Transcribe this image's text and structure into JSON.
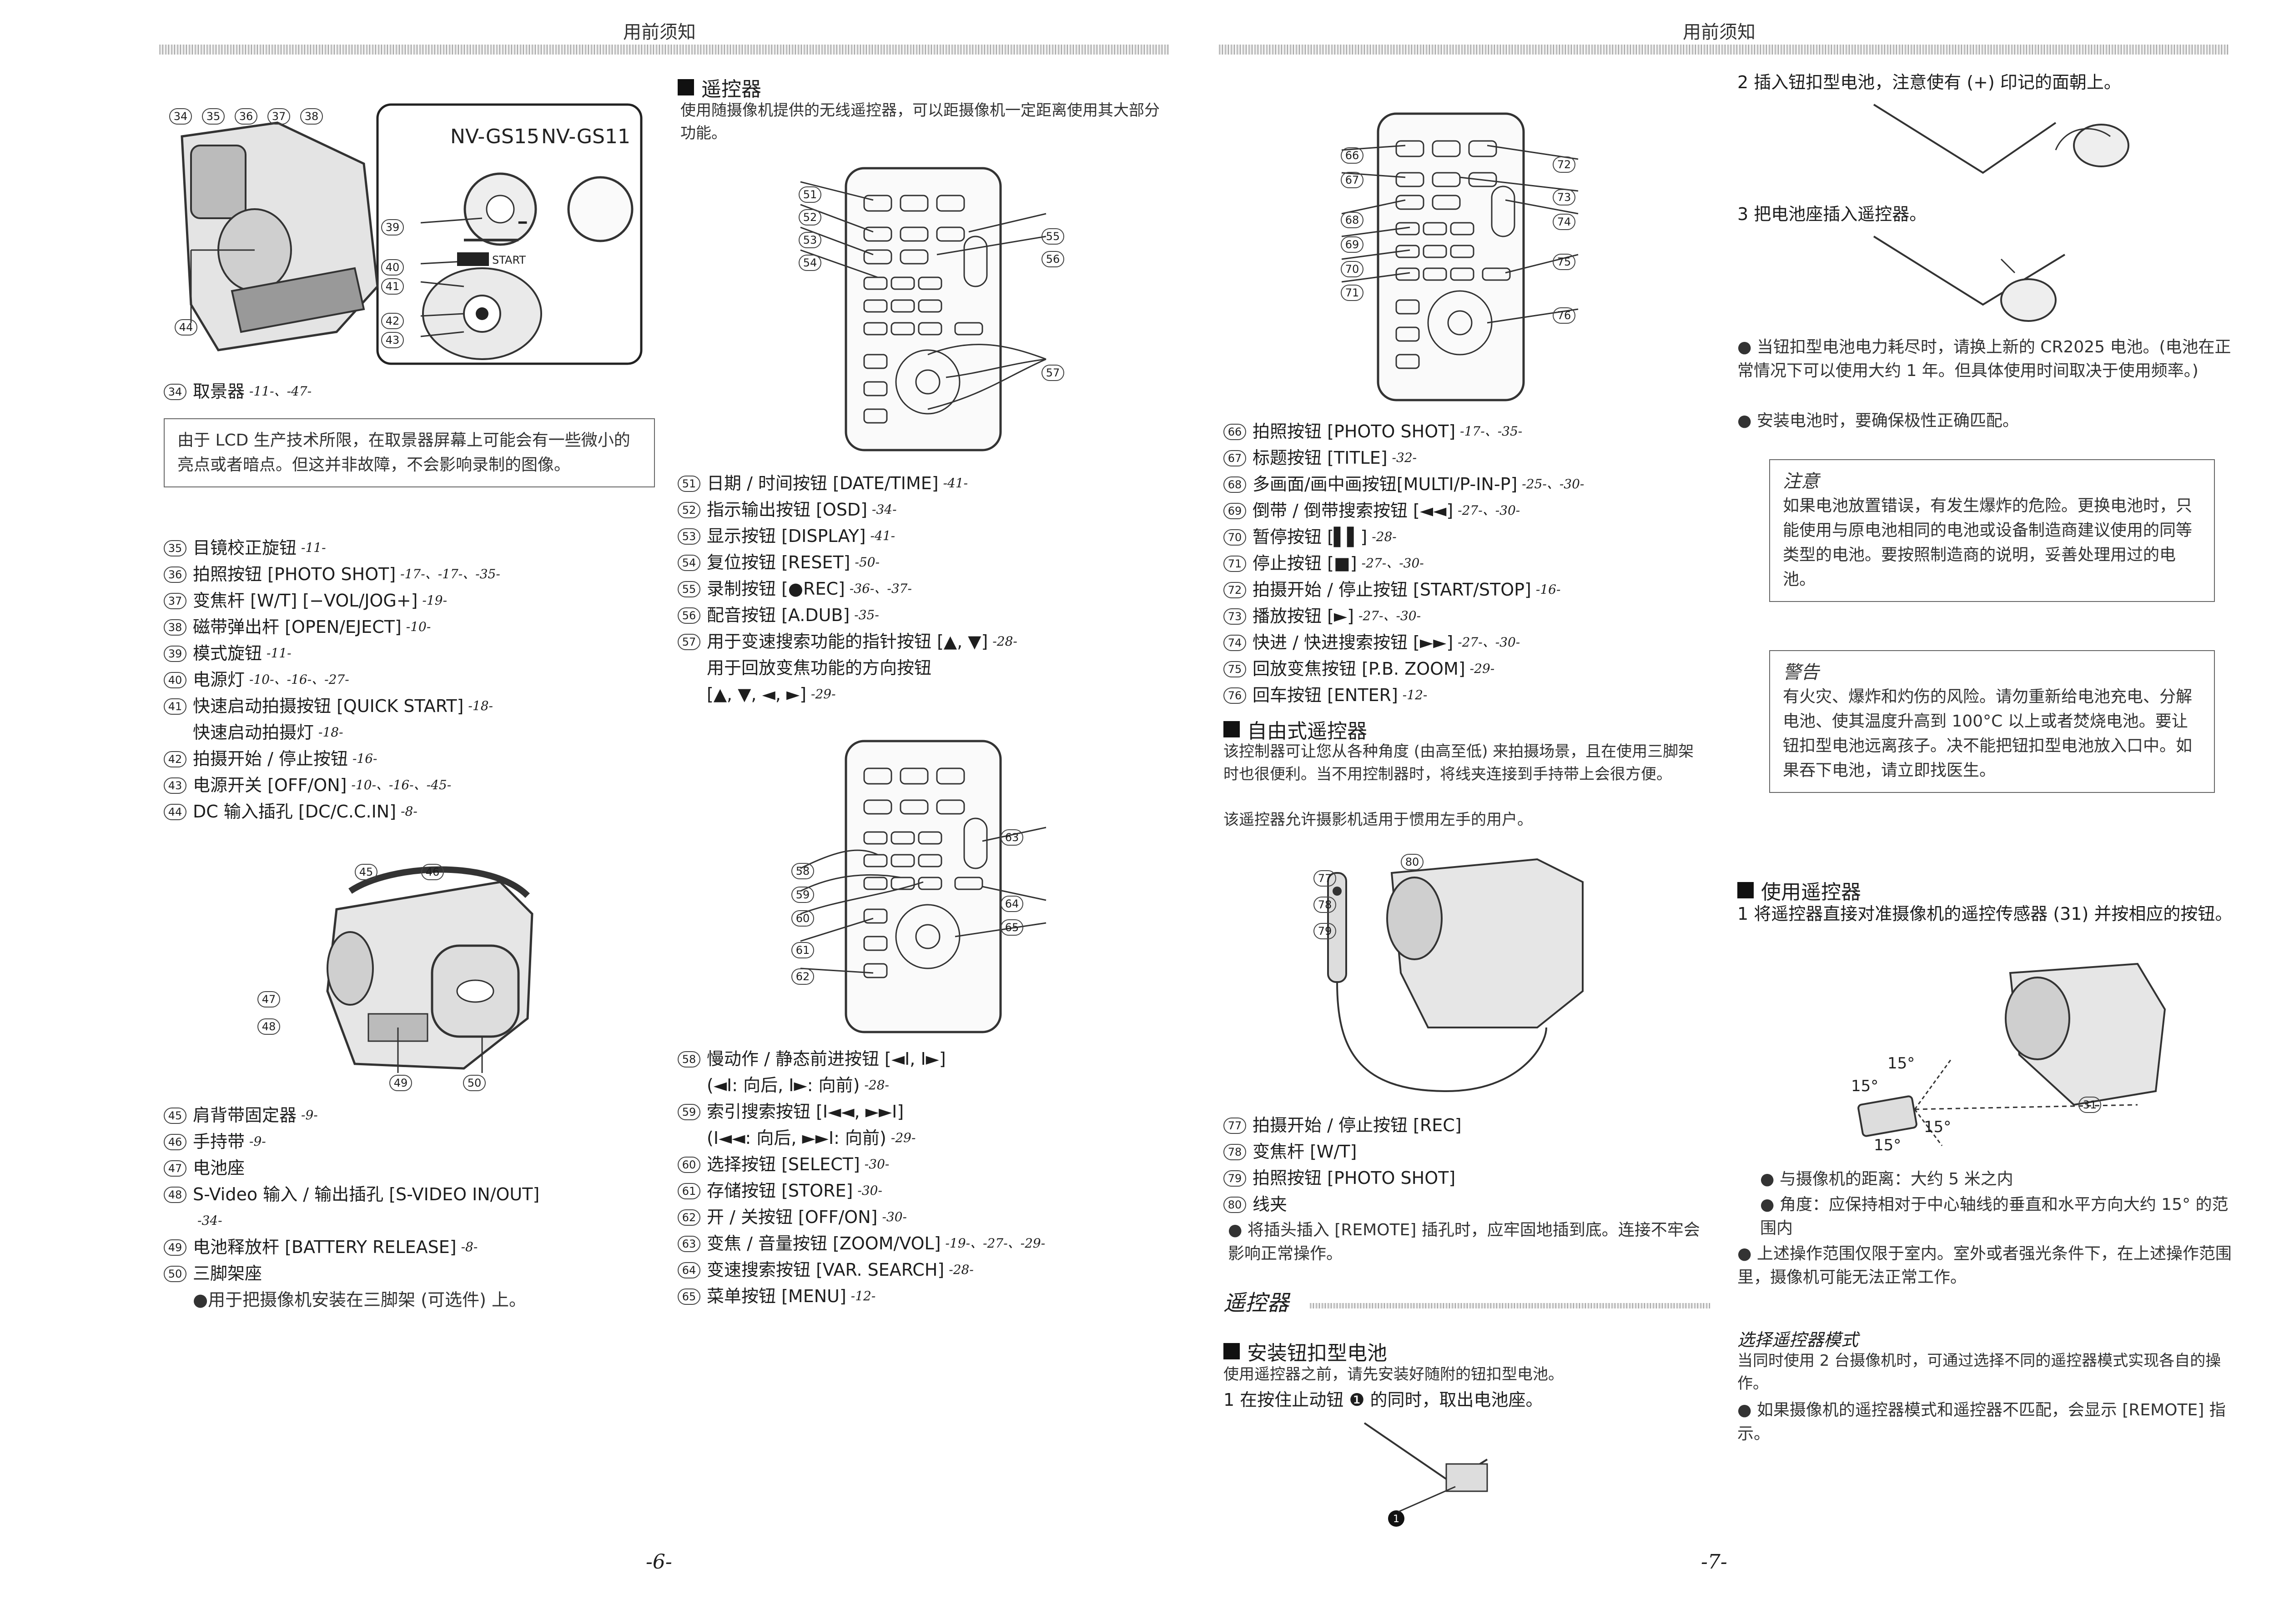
{
  "header": {
    "left": "用前须知",
    "right": "用前须知"
  },
  "page_numbers": {
    "left": "-6-",
    "right": "-7-"
  },
  "camera_top": {
    "models": [
      "NV-GS15",
      "NV-GS11"
    ],
    "callouts": [
      "34",
      "35",
      "36",
      "37",
      "38",
      "39",
      "40",
      "41",
      "42",
      "43",
      "44"
    ],
    "quick_start_label": "QUICK START"
  },
  "item34": {
    "num": "34",
    "text": "取景器",
    "ref": "-11-、-47-"
  },
  "lcd_note": "由于 LCD 生产技术所限，在取景器屏幕上可能会有一些微小的亮点或者暗点。但这并非故障，不会影响录制的图像。",
  "parts_a": [
    {
      "num": "35",
      "text": "目镜校正旋钮",
      "ref": "-11-"
    },
    {
      "num": "36",
      "text": "拍照按钮 [PHOTO SHOT]",
      "ref": "-17-、-17-、-35-"
    },
    {
      "num": "37",
      "text": "变焦杆 [W/T] [−VOL/JOG+]",
      "ref": "-19-"
    },
    {
      "num": "38",
      "text": "磁带弹出杆 [OPEN/EJECT]",
      "ref": "-10-"
    },
    {
      "num": "39",
      "text": "模式旋钮",
      "ref": "-11-"
    },
    {
      "num": "40",
      "text": "电源灯",
      "ref": "-10-、-16-、-27-"
    },
    {
      "num": "41",
      "text": "快速启动拍摄按钮 [QUICK START]",
      "ref": "-18-"
    }
  ],
  "item41_sub": {
    "text": "快速启动拍摄灯",
    "ref": "-18-"
  },
  "parts_b": [
    {
      "num": "42",
      "text": "拍摄开始 / 停止按钮",
      "ref": "-16-"
    },
    {
      "num": "43",
      "text": "电源开关 [OFF/ON]",
      "ref": "-10-、-16-、-45-"
    },
    {
      "num": "44",
      "text": "DC 输入插孔 [DC/C.C.IN]",
      "ref": "-8-"
    }
  ],
  "camera_bottom": {
    "callouts": [
      "45",
      "46",
      "47",
      "48",
      "49",
      "50"
    ]
  },
  "parts_c": [
    {
      "num": "45",
      "text": "肩背带固定器",
      "ref": "-9-"
    },
    {
      "num": "46",
      "text": "手持带",
      "ref": "-9-"
    },
    {
      "num": "47",
      "text": "电池座",
      "ref": ""
    },
    {
      "num": "48",
      "text": "S-Video 输入 / 输出插孔 [S-VIDEO IN/OUT]",
      "ref": ""
    }
  ],
  "item48_ref": "-34-",
  "parts_d": [
    {
      "num": "49",
      "text": "电池释放杆 [BATTERY RELEASE]",
      "ref": "-8-"
    },
    {
      "num": "50",
      "text": "三脚架座",
      "ref": ""
    }
  ],
  "item50_bullet": "用于把摄像机安装在三脚架 (可选件) 上。",
  "remote_section": {
    "title": "遥控器",
    "intro": "使用随摄像机提供的无线遥控器，可以距摄像机一定距离使用其大部分功能。",
    "diagram1_callouts": [
      "51",
      "52",
      "53",
      "54",
      "55",
      "56",
      "57"
    ],
    "items_a": [
      {
        "num": "51",
        "text": "日期 / 时间按钮 [DATE/TIME]",
        "ref": "-41-"
      },
      {
        "num": "52",
        "text": "指示输出按钮 [OSD]",
        "ref": "-34-"
      },
      {
        "num": "53",
        "text": "显示按钮 [DISPLAY]",
        "ref": "-41-"
      },
      {
        "num": "54",
        "text": "复位按钮 [RESET]",
        "ref": "-50-"
      },
      {
        "num": "55",
        "text": "录制按钮 [●REC]",
        "ref": "-36-、-37-"
      },
      {
        "num": "56",
        "text": "配音按钮 [A.DUB]",
        "ref": "-35-"
      },
      {
        "num": "57",
        "text": "用于变速搜索功能的指针按钮 [▲, ▼]",
        "ref": "-28-"
      }
    ],
    "item57_sub1": "用于回放变焦功能的方向按钮",
    "item57_sub2": "[▲, ▼, ◄, ►]",
    "item57_sub2_ref": "-29-",
    "diagram2_callouts": [
      "58",
      "59",
      "60",
      "61",
      "62",
      "63",
      "64",
      "65"
    ],
    "items_b": [
      {
        "num": "58",
        "text": "慢动作 / 静态前进按钮 [◄I, I►]",
        "ref": ""
      },
      {
        "sub": "(◄I: 向后, I►: 向前)",
        "ref": "-28-"
      },
      {
        "num": "59",
        "text": "索引搜索按钮 [I◄◄, ►►I]",
        "ref": ""
      },
      {
        "sub": "(I◄◄: 向后, ►►I: 向前)",
        "ref": "-29-"
      },
      {
        "num": "60",
        "text": "选择按钮 [SELECT]",
        "ref": "-30-"
      },
      {
        "num": "61",
        "text": "存储按钮 [STORE]",
        "ref": "-30-"
      },
      {
        "num": "62",
        "text": "开 / 关按钮 [OFF/ON]",
        "ref": "-30-"
      },
      {
        "num": "63",
        "text": "变焦 / 音量按钮 [ZOOM/VOL]",
        "ref": "-19-、-27-、-29-"
      },
      {
        "num": "64",
        "text": "变速搜索按钮 [VAR. SEARCH]",
        "ref": "-28-"
      },
      {
        "num": "65",
        "text": "菜单按钮 [MENU]",
        "ref": "-12-"
      }
    ]
  },
  "remote2": {
    "diagram_callouts": [
      "66",
      "67",
      "68",
      "69",
      "70",
      "71",
      "72",
      "73",
      "74",
      "75",
      "76"
    ],
    "items": [
      {
        "num": "66",
        "text": "拍照按钮 [PHOTO SHOT]",
        "ref": "-17-、-35-"
      },
      {
        "num": "67",
        "text": "标题按钮 [TITLE]",
        "ref": "-32-"
      },
      {
        "num": "68",
        "text": "多画面/画中画按钮[MULTI/P-IN-P]",
        "ref": "-25-、-30-"
      },
      {
        "num": "69",
        "text": "倒带 / 倒带搜索按钮 [◄◄]",
        "ref": "-27-、-30-"
      },
      {
        "num": "70",
        "text": "暂停按钮 [▌▌]",
        "ref": "-28-"
      },
      {
        "num": "71",
        "text": "停止按钮 [■]",
        "ref": "-27-、-30-"
      },
      {
        "num": "72",
        "text": "拍摄开始 / 停止按钮 [START/STOP]",
        "ref": "-16-"
      },
      {
        "num": "73",
        "text": "播放按钮 [►]",
        "ref": "-27-、-30-"
      },
      {
        "num": "74",
        "text": "快进 / 快进搜索按钮 [►►]",
        "ref": "-27-、-30-"
      },
      {
        "num": "75",
        "text": "回放变焦按钮 [P.B. ZOOM]",
        "ref": "-29-"
      },
      {
        "num": "76",
        "text": "回车按钮 [ENTER]",
        "ref": "-12-"
      }
    ]
  },
  "free_remote": {
    "title": "自由式遥控器",
    "para": "该控制器可让您从各种角度 (由高至低) 来拍摄场景，且在使用三脚架时也很便利。当不用控制器时，将线夹连接到手持带上会很方便。",
    "para2": "该遥控器允许摄影机适用于惯用左手的用户。",
    "diagram_callouts": [
      "77",
      "78",
      "79",
      "80"
    ],
    "items": [
      {
        "num": "77",
        "text": "拍摄开始 / 停止按钮 [REC]",
        "ref": ""
      },
      {
        "num": "78",
        "text": "变焦杆 [W/T]",
        "ref": ""
      },
      {
        "num": "79",
        "text": "拍照按钮 [PHOTO SHOT]",
        "ref": ""
      },
      {
        "num": "80",
        "text": "线夹",
        "ref": ""
      }
    ],
    "bullet": "将插头插入 [REMOTE] 插孔时，应牢固地插到底。连接不牢会影响正常操作。"
  },
  "remote_heading": "遥控器",
  "install": {
    "title": "安装钮扣型电池",
    "para": "使用遥控器之前，请先安装好随附的钮扣型电池。",
    "step1": "1  在按住止动钮 ❶ 的同时，取出电池座。",
    "step2": "2  插入钮扣型电池，注意使有 (+) 印记的面朝上。",
    "step3": "3  把电池座插入遥控器。",
    "bullets": [
      "当钮扣型电池电力耗尽时，请换上新的 CR2025 电池。(电池在正常情况下可以使用大约 1 年。但具体使用时间取决于使用频率。)",
      "安装电池时，要确保极性正确匹配。"
    ]
  },
  "caution": {
    "title": "注意",
    "text": "如果电池放置错误，有发生爆炸的危险。更换电池时，只能使用与原电池相同的电池或设备制造商建议使用的同等类型的电池。要按照制造商的说明，妥善处理用过的电池。"
  },
  "warning": {
    "title": "警告",
    "text": "有火灾、爆炸和灼伤的风险。请勿重新给电池充电、分解电池、使其温度升高到 100°C 以上或者焚烧电池。要让钮扣型电池远离孩子。决不能把钮扣型电池放入口中。如果吞下电池，请立即找医生。"
  },
  "use_remote": {
    "title": "使用遥控器",
    "step1": "1  将遥控器直接对准摄像机的遥控传感器 (31) 并按相应的按钮。",
    "angle_labels": [
      "15°",
      "15°",
      "15°",
      "15°"
    ],
    "sensor_num": "31",
    "bullets": [
      "与摄像机的距离：大约 5 米之内",
      "角度：应保持相对于中心轴线的垂直和水平方向大约 15° 的范围内"
    ],
    "bullet_outer": "上述操作范围仅限于室内。室外或者强光条件下，在上述操作范围里，摄像机可能无法正常工作。",
    "mode_title": "选择遥控器模式",
    "mode_para": "当同时使用 2 台摄像机时，可通过选择不同的遥控器模式实现各自的操作。",
    "mode_bullet": "如果摄像机的遥控器模式和遥控器不匹配，会显示 [REMOTE] 指示。"
  }
}
